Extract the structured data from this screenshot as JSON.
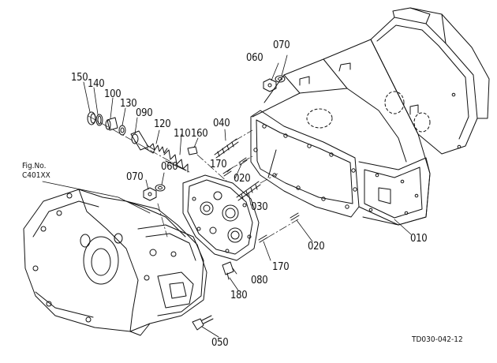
{
  "figure_reference": {
    "line1": "Fig.No.",
    "line2": "C401XX"
  },
  "drawing_code": "TD030-042-12",
  "parts": [
    {
      "key": "p150",
      "label": "150"
    },
    {
      "key": "p140",
      "label": "140"
    },
    {
      "key": "p100",
      "label": "100"
    },
    {
      "key": "p130",
      "label": "130"
    },
    {
      "key": "p090",
      "label": "090"
    },
    {
      "key": "p120",
      "label": "120"
    },
    {
      "key": "p110",
      "label": "110"
    },
    {
      "key": "p160",
      "label": "160"
    },
    {
      "key": "p040",
      "label": "040"
    },
    {
      "key": "p060a",
      "label": "060"
    },
    {
      "key": "p070a",
      "label": "070"
    },
    {
      "key": "p170a",
      "label": "170"
    },
    {
      "key": "p020a",
      "label": "020"
    },
    {
      "key": "p070b",
      "label": "070"
    },
    {
      "key": "p060b",
      "label": "060"
    },
    {
      "key": "p030",
      "label": "030"
    },
    {
      "key": "p020b",
      "label": "020"
    },
    {
      "key": "p010",
      "label": "010"
    },
    {
      "key": "p170b",
      "label": "170"
    },
    {
      "key": "p080",
      "label": "080"
    },
    {
      "key": "p180",
      "label": "180"
    },
    {
      "key": "p050",
      "label": "050"
    }
  ]
}
